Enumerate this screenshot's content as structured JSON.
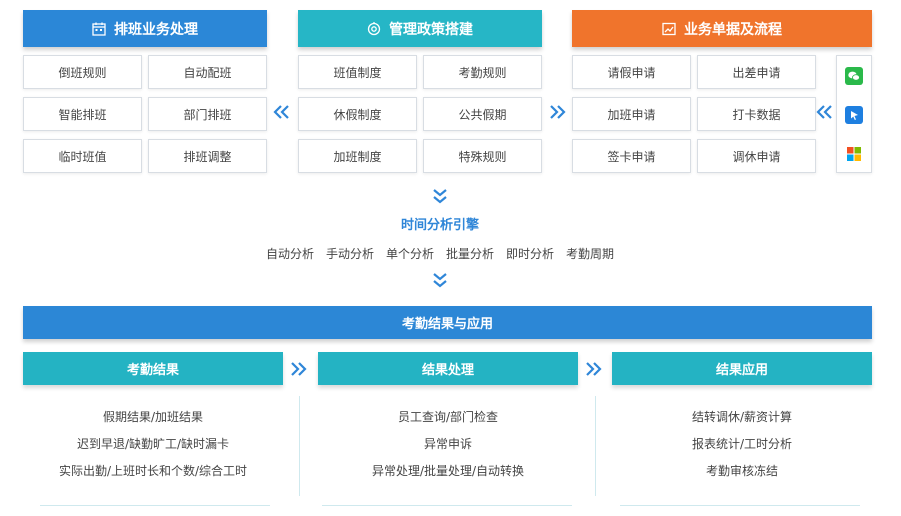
{
  "columns": [
    {
      "title": "排班业务处理",
      "color": "#2b87d7",
      "icon": "calendar-icon",
      "items": [
        "倒班规则",
        "自动配班",
        "智能排班",
        "部门排班",
        "临时班值",
        "排班调整"
      ]
    },
    {
      "title": "管理政策搭建",
      "color": "#26b6c6",
      "icon": "settings-icon",
      "items": [
        "班值制度",
        "考勤规则",
        "休假制度",
        "公共假期",
        "加班制度",
        "特殊规则"
      ]
    },
    {
      "title": "业务单据及流程",
      "color": "#f0742c",
      "icon": "chart-icon",
      "items": [
        "请假申请",
        "出差申请",
        "加班申请",
        "打卡数据",
        "签卡申请",
        "调休申请"
      ]
    }
  ],
  "source_icons": [
    "wechat-icon",
    "pointer-app-icon",
    "windows-icon"
  ],
  "engine": {
    "title": "时间分析引擎",
    "modes": [
      "自动分析",
      "手动分析",
      "单个分析",
      "批量分析",
      "即时分析",
      "考勤周期"
    ]
  },
  "results": {
    "bar_title": "考勤结果与应用",
    "sections": [
      {
        "title": "考勤结果",
        "lines": [
          "假期结果/加班结果",
          "迟到早退/缺勤旷工/缺时漏卡",
          "实际出勤/上班时长和个数/综合工时"
        ]
      },
      {
        "title": "结果处理",
        "lines": [
          "员工查询/部门检查",
          "异常申诉",
          "异常处理/批量处理/自动转换"
        ]
      },
      {
        "title": "结果应用",
        "lines": [
          "结转调休/薪资计算",
          "报表统计/工时分析",
          "考勤审核冻结"
        ]
      }
    ]
  }
}
